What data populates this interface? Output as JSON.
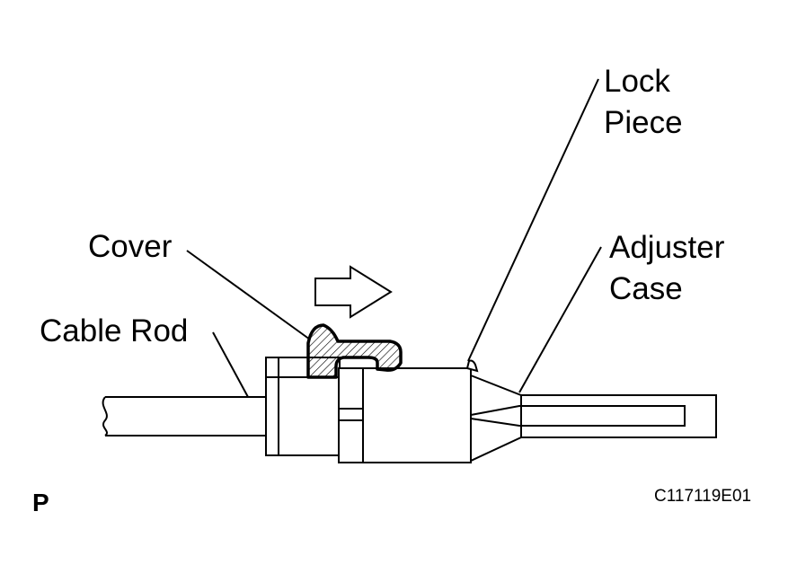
{
  "labels": {
    "lock_piece_line1": "Lock",
    "lock_piece_line2": "Piece",
    "cover": "Cover",
    "adjuster_case_line1": "Adjuster",
    "adjuster_case_line2": "Case",
    "cable_rod": "Cable Rod"
  },
  "figure_code": "C117119E01",
  "corner_mark": "P",
  "arrow_direction": "right",
  "colors": {
    "ink": "#000000",
    "paper": "#ffffff"
  }
}
